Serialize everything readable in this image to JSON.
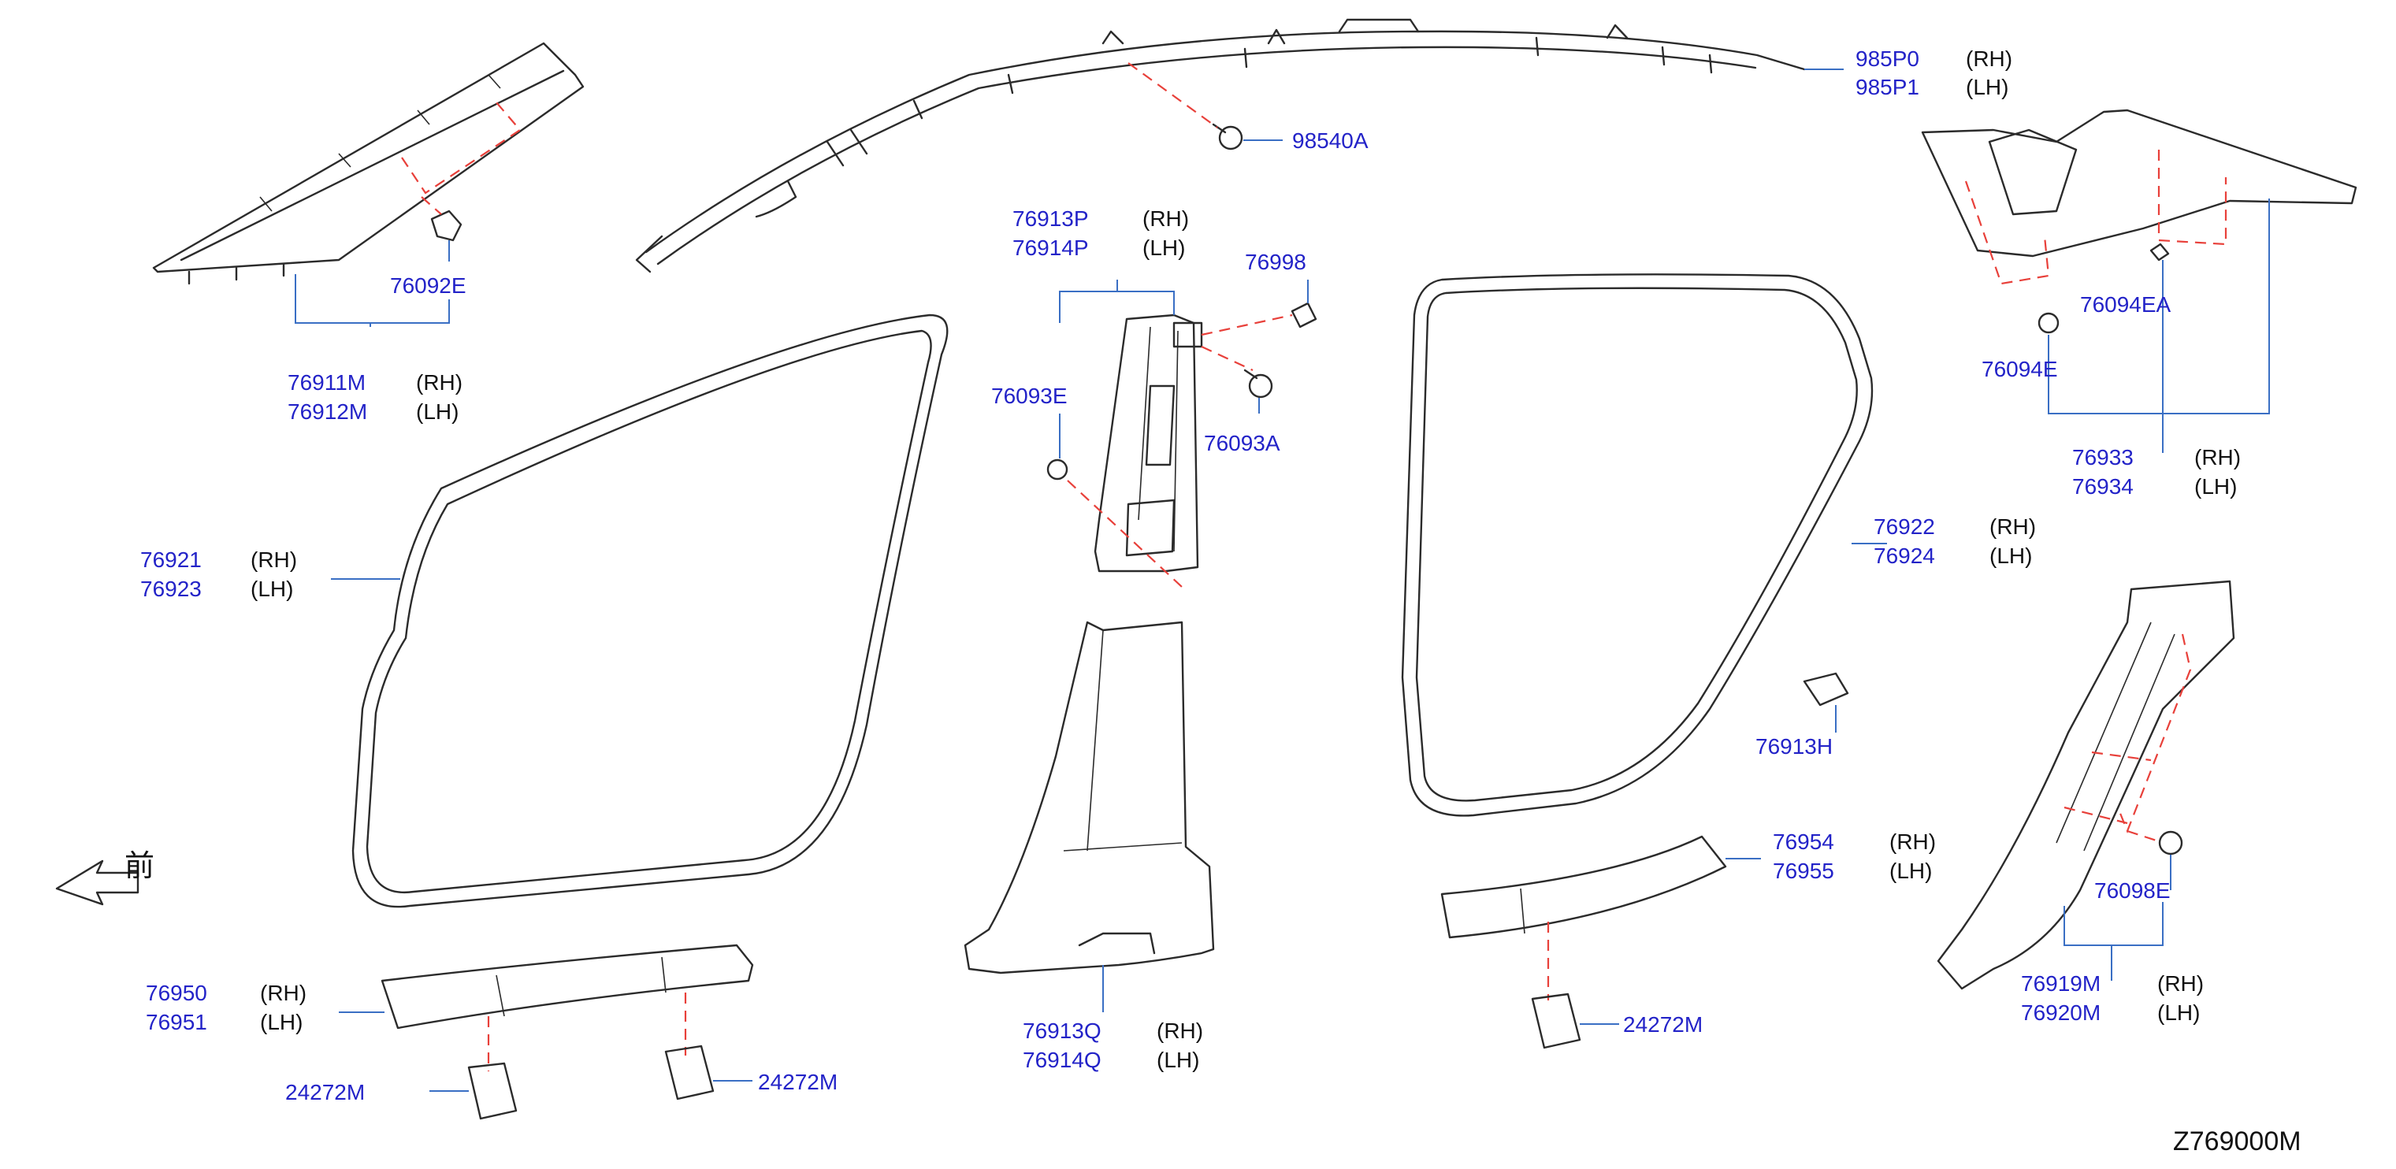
{
  "diagram_code": "Z769000M",
  "front_label": "前",
  "callouts": {
    "c_985P": {
      "parts": [
        "985P0",
        "985P1"
      ],
      "sides": [
        "(RH)",
        "(LH)"
      ]
    },
    "c_98540A": {
      "parts": [
        "98540A"
      ],
      "sides": []
    },
    "c_76911M": {
      "parts": [
        "76911M",
        "76912M"
      ],
      "sides": [
        "(RH)",
        "(LH)"
      ]
    },
    "c_76092E": {
      "parts": [
        "76092E"
      ],
      "sides": []
    },
    "c_76913P": {
      "parts": [
        "76913P",
        "76914P"
      ],
      "sides": [
        "(RH)",
        "(LH)"
      ]
    },
    "c_76998": {
      "parts": [
        "76998"
      ],
      "sides": []
    },
    "c_76093E": {
      "parts": [
        "76093E"
      ],
      "sides": []
    },
    "c_76093A": {
      "parts": [
        "76093A"
      ],
      "sides": []
    },
    "c_76921": {
      "parts": [
        "76921",
        "76923"
      ],
      "sides": [
        "(RH)",
        "(LH)"
      ]
    },
    "c_76922": {
      "parts": [
        "76922",
        "76924"
      ],
      "sides": [
        "(RH)",
        "(LH)"
      ]
    },
    "c_76933": {
      "parts": [
        "76933",
        "76934"
      ],
      "sides": [
        "(RH)",
        "(LH)"
      ]
    },
    "c_76094E": {
      "parts": [
        "76094E"
      ],
      "sides": []
    },
    "c_76094EA": {
      "parts": [
        "76094EA"
      ],
      "sides": []
    },
    "c_76913H": {
      "parts": [
        "76913H"
      ],
      "sides": []
    },
    "c_76954": {
      "parts": [
        "76954",
        "76955"
      ],
      "sides": [
        "(RH)",
        "(LH)"
      ]
    },
    "c_76098E": {
      "parts": [
        "76098E"
      ],
      "sides": []
    },
    "c_76919M": {
      "parts": [
        "76919M",
        "76920M"
      ],
      "sides": [
        "(RH)",
        "(LH)"
      ]
    },
    "c_76913Q": {
      "parts": [
        "76913Q",
        "76914Q"
      ],
      "sides": [
        "(RH)",
        "(LH)"
      ]
    },
    "c_76950": {
      "parts": [
        "76950",
        "76951"
      ],
      "sides": [
        "(RH)",
        "(LH)"
      ]
    },
    "c_24272M_a": {
      "parts": [
        "24272M"
      ],
      "sides": []
    },
    "c_24272M_b": {
      "parts": [
        "24272M"
      ],
      "sides": []
    },
    "c_24272M_c": {
      "parts": [
        "24272M"
      ],
      "sides": []
    }
  }
}
